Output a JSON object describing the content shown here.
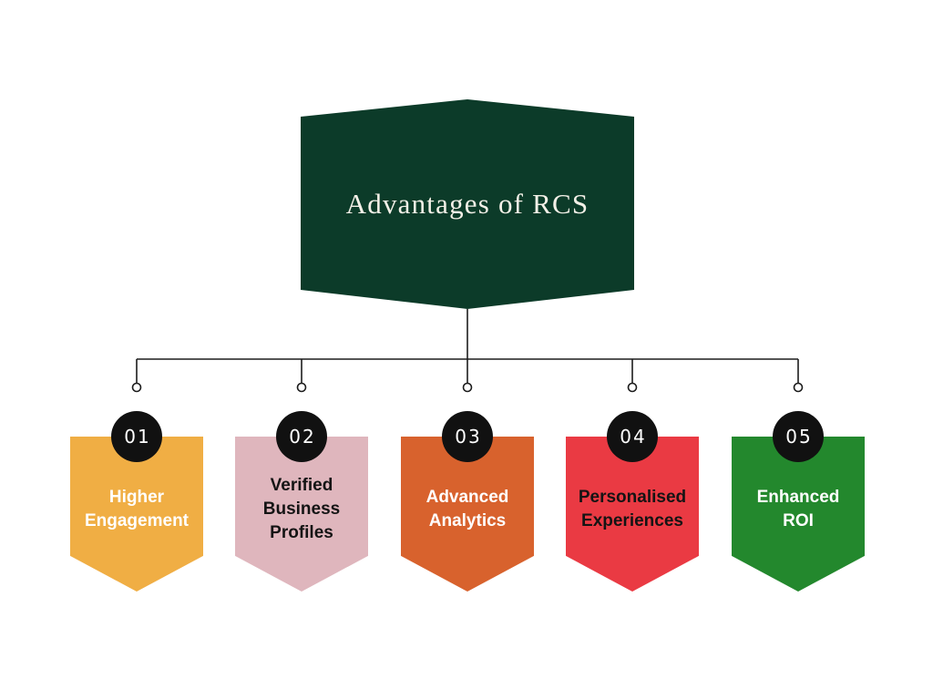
{
  "title": {
    "text": "Advantages of RCS",
    "text_color": "#f3f0e7"
  },
  "colors": {
    "background": "#ffffff",
    "hexagon": "#0c3b29",
    "line": "#1c1c1c",
    "badge_bg": "#111111",
    "badge_text": "#ffffff"
  },
  "items": [
    {
      "number": "01",
      "label_lines": [
        "Higher",
        "Engagement"
      ],
      "color": "#f0ae44",
      "text_color": "#ffffff"
    },
    {
      "number": "02",
      "label_lines": [
        "Verified",
        "Business",
        "Profiles"
      ],
      "color": "#dfb6bd",
      "text_color": "#141414"
    },
    {
      "number": "03",
      "label_lines": [
        "Advanced",
        "Analytics"
      ],
      "color": "#d8622d",
      "text_color": "#ffffff"
    },
    {
      "number": "04",
      "label_lines": [
        "Personalised",
        "Experiences"
      ],
      "color": "#ea3a43",
      "text_color": "#141414"
    },
    {
      "number": "05",
      "label_lines": [
        "Enhanced",
        "ROI"
      ],
      "color": "#23882d",
      "text_color": "#ffffff"
    }
  ]
}
